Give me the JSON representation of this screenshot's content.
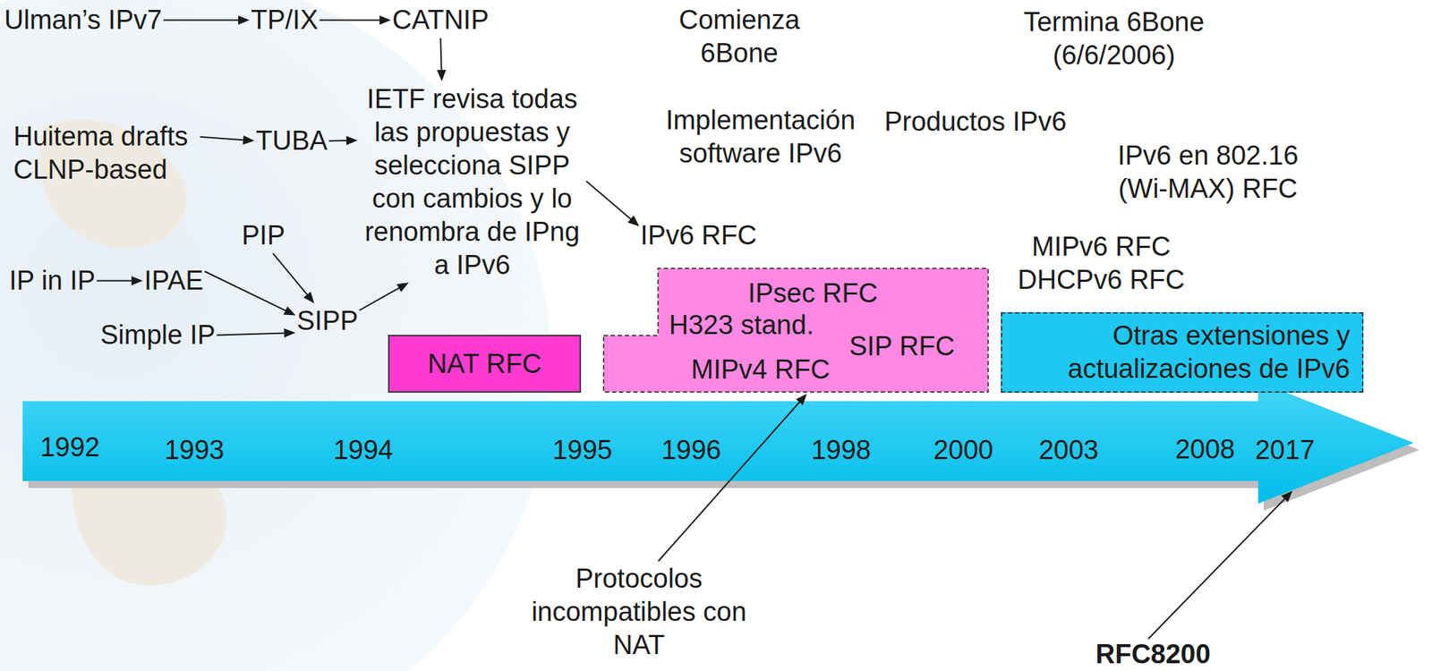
{
  "diagram": {
    "nodes": [
      {
        "text": [
          "Ulman’s IPv7"
        ]
      },
      {
        "text": [
          "TP/IX"
        ]
      },
      {
        "text": [
          "CATNIP"
        ]
      },
      {
        "text": [
          "IETF revisa todas las propuestas y selecciona SIPP con cambios y lo renombra de IPng a IPv6"
        ]
      },
      {
        "text": [
          "Huitema drafts CLNP-based"
        ]
      },
      {
        "text": [
          "TUBA"
        ]
      },
      {
        "text": [
          "PIP"
        ]
      },
      {
        "text": [
          "IP in IP"
        ]
      },
      {
        "text": [
          "IPAE"
        ]
      },
      {
        "text": [
          "Simple IP"
        ]
      },
      {
        "text": [
          "SIPP"
        ]
      },
      {
        "text": [
          "IPv6 RFC"
        ]
      },
      {
        "text": [
          "NAT RFC"
        ]
      },
      {
        "text": [
          "IPsec RFC",
          "H323 stand.",
          "SIP RFC",
          "MIPv4 RFC"
        ]
      },
      {
        "text": [
          "Otras extensiones y actualizaciones de IPv6"
        ]
      },
      {
        "text": [
          "1992",
          "1993",
          "1994",
          "1995",
          "1996",
          "1998",
          "2000",
          "2003",
          "2008",
          "2017"
        ]
      },
      {
        "text": [
          "Protocolos incompatibles con NAT"
        ]
      },
      {
        "text": [
          "RFC8200"
        ]
      }
    ],
    "edges": [
      {
        "from": 0,
        "to": 1,
        "arrow": "to"
      },
      {
        "from": 1,
        "to": 2,
        "arrow": "to"
      },
      {
        "from": 2,
        "to": 3,
        "arrow": "to"
      },
      {
        "from": 4,
        "to": 5,
        "arrow": "to"
      },
      {
        "from": 5,
        "to": 3,
        "arrow": "to"
      },
      {
        "from": 6,
        "to": 10,
        "arrow": "to"
      },
      {
        "from": 7,
        "to": 8,
        "arrow": "to"
      },
      {
        "from": 8,
        "to": 10,
        "arrow": "to"
      },
      {
        "from": 9,
        "to": 10,
        "arrow": "to"
      },
      {
        "from": 10,
        "to": 3,
        "arrow": "to"
      },
      {
        "from": 3,
        "to": 11,
        "arrow": "to"
      },
      {
        "from": 16,
        "to": 13,
        "arrow": "to"
      },
      {
        "from": 17,
        "to": 15,
        "arrow": "to"
      }
    ],
    "labels": [
      "Comienza 6Bone",
      "Termina 6Bone (6/6/2006)",
      "Implementación software IPv6",
      "Productos IPv6",
      "IPv6 en 802.16 (Wi-MAX) RFC",
      "MIPv6 RFC",
      "DHCPv6 RFC"
    ]
  }
}
